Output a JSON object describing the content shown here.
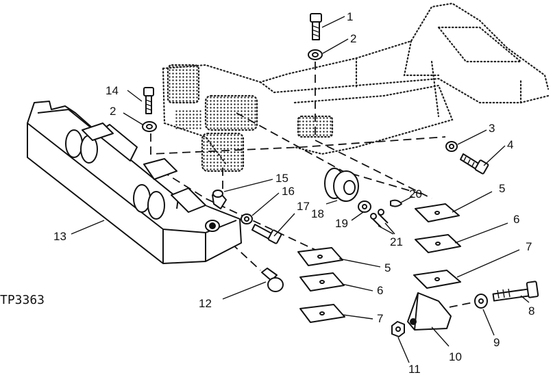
{
  "figure_id": "TP3363",
  "callouts": {
    "c1": "1",
    "c2a": "2",
    "c2b": "2",
    "c3": "3",
    "c4": "4",
    "c5a": "5",
    "c5b": "5",
    "c6a": "6",
    "c6b": "6",
    "c7a": "7",
    "c7b": "7",
    "c8": "8",
    "c9": "9",
    "c10": "10",
    "c11": "11",
    "c12": "12",
    "c13": "13",
    "c14": "14",
    "c15": "15",
    "c16": "16",
    "c17": "17",
    "c18": "18",
    "c19": "19",
    "c20": "20",
    "c21": "21"
  },
  "colors": {
    "ink": "#111111",
    "paper": "#ffffff"
  }
}
